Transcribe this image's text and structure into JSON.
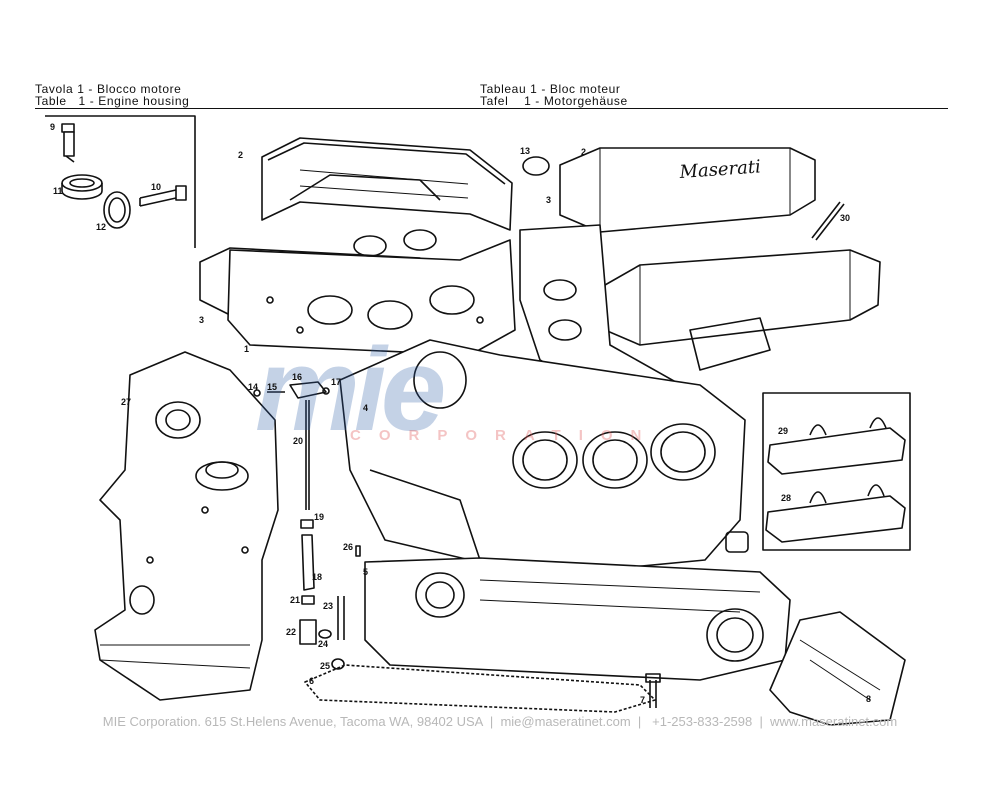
{
  "header": {
    "left_line1": "Tavola 1 - Blocco motore",
    "left_line2": "Table   1 - Engine housing",
    "right_line1": "Tableau 1 - Bloc moteur",
    "right_line2": "Tafel    1 - Motorgehäuse"
  },
  "watermark": {
    "word": "mie",
    "sub": "CORPORATION"
  },
  "valve_cover_brand": "Maserati",
  "callouts": [
    "9",
    "11",
    "10",
    "12",
    "2",
    "3",
    "1",
    "13",
    "2",
    "3",
    "30",
    "14",
    "15",
    "16",
    "17",
    "27",
    "4",
    "20",
    "29",
    "28",
    "19",
    "26",
    "18",
    "5",
    "21",
    "23",
    "22",
    "24",
    "25",
    "6",
    "7",
    "8"
  ],
  "footer": {
    "contact": "MIE Corporation. 615 St.Helens Avenue, Tacoma WA, 98402 USA  |  mie@maseratinet.com  |   +1-253-833-2598  |  www.maseratinet.com"
  }
}
